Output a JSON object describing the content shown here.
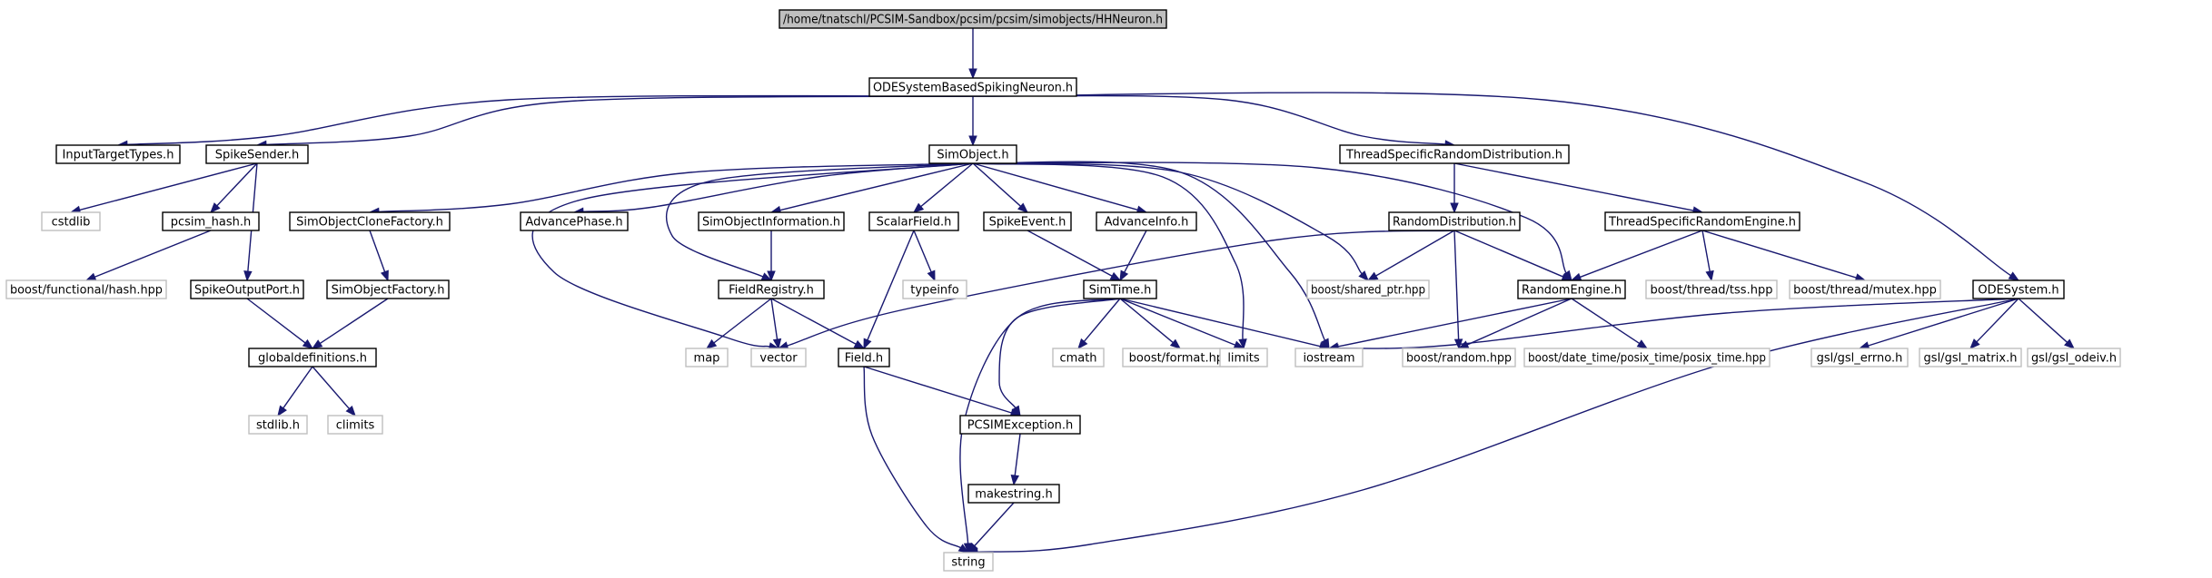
{
  "diagram": {
    "nodes": [
      {
        "id": "hhneuron",
        "label": "/home/tnatschl/PCSIM-Sandbox/pcsim/pcsim/simobjects/HHNeuron.h",
        "kind": "root"
      },
      {
        "id": "odesbsn",
        "label": "ODESystemBasedSpikingNeuron.h",
        "kind": "local"
      },
      {
        "id": "inputtt",
        "label": "InputTargetTypes.h",
        "kind": "local"
      },
      {
        "id": "spikesender",
        "label": "SpikeSender.h",
        "kind": "local"
      },
      {
        "id": "simobject",
        "label": "SimObject.h",
        "kind": "local"
      },
      {
        "id": "tsrd",
        "label": "ThreadSpecificRandomDistribution.h",
        "kind": "local"
      },
      {
        "id": "cstdlib",
        "label": "cstdlib",
        "kind": "external"
      },
      {
        "id": "pcsimhash",
        "label": "pcsim_hash.h",
        "kind": "local"
      },
      {
        "id": "socf",
        "label": "SimObjectCloneFactory.h",
        "kind": "local"
      },
      {
        "id": "advphase",
        "label": "AdvancePhase.h",
        "kind": "local"
      },
      {
        "id": "soinfo",
        "label": "SimObjectInformation.h",
        "kind": "local"
      },
      {
        "id": "scalarfield",
        "label": "ScalarField.h",
        "kind": "local"
      },
      {
        "id": "spikeevent",
        "label": "SpikeEvent.h",
        "kind": "local"
      },
      {
        "id": "advinfo",
        "label": "AdvanceInfo.h",
        "kind": "local"
      },
      {
        "id": "randdist",
        "label": "RandomDistribution.h",
        "kind": "local"
      },
      {
        "id": "tsre",
        "label": "ThreadSpecificRandomEngine.h",
        "kind": "local"
      },
      {
        "id": "bfhash",
        "label": "boost/functional/hash.hpp",
        "kind": "external"
      },
      {
        "id": "spikeoutport",
        "label": "SpikeOutputPort.h",
        "kind": "local"
      },
      {
        "id": "sof",
        "label": "SimObjectFactory.h",
        "kind": "local"
      },
      {
        "id": "fieldreg",
        "label": "FieldRegistry.h",
        "kind": "local"
      },
      {
        "id": "typeinfo",
        "label": "typeinfo",
        "kind": "external"
      },
      {
        "id": "simtime",
        "label": "SimTime.h",
        "kind": "local"
      },
      {
        "id": "sharedptr",
        "label": "boost/shared_ptr.hpp",
        "kind": "external"
      },
      {
        "id": "randengine",
        "label": "RandomEngine.h",
        "kind": "local"
      },
      {
        "id": "tss",
        "label": "boost/thread/tss.hpp",
        "kind": "external"
      },
      {
        "id": "mutex",
        "label": "boost/thread/mutex.hpp",
        "kind": "external"
      },
      {
        "id": "odesystem",
        "label": "ODESystem.h",
        "kind": "local"
      },
      {
        "id": "globaldefs",
        "label": "globaldefinitions.h",
        "kind": "local"
      },
      {
        "id": "map",
        "label": "map",
        "kind": "external"
      },
      {
        "id": "vector",
        "label": "vector",
        "kind": "external"
      },
      {
        "id": "field",
        "label": "Field.h",
        "kind": "local"
      },
      {
        "id": "cmath",
        "label": "cmath",
        "kind": "external"
      },
      {
        "id": "bformat",
        "label": "boost/format.hpp",
        "kind": "external"
      },
      {
        "id": "limits",
        "label": "limits",
        "kind": "external"
      },
      {
        "id": "iostream",
        "label": "iostream",
        "kind": "external"
      },
      {
        "id": "brandom",
        "label": "boost/random.hpp",
        "kind": "external"
      },
      {
        "id": "posixtime",
        "label": "boost/date_time/posix_time/posix_time.hpp",
        "kind": "external"
      },
      {
        "id": "gslerrno",
        "label": "gsl/gsl_errno.h",
        "kind": "external"
      },
      {
        "id": "gslmatrix",
        "label": "gsl/gsl_matrix.h",
        "kind": "external"
      },
      {
        "id": "gslodeiv",
        "label": "gsl/gsl_odeiv.h",
        "kind": "external"
      },
      {
        "id": "stdlibh",
        "label": "stdlib.h",
        "kind": "external"
      },
      {
        "id": "climits",
        "label": "climits",
        "kind": "external"
      },
      {
        "id": "pcsimexc",
        "label": "PCSIMException.h",
        "kind": "local"
      },
      {
        "id": "makestring",
        "label": "makestring.h",
        "kind": "local"
      },
      {
        "id": "string",
        "label": "string",
        "kind": "external"
      }
    ],
    "edges": [
      [
        "hhneuron",
        "odesbsn"
      ],
      [
        "odesbsn",
        "inputtt"
      ],
      [
        "odesbsn",
        "spikesender"
      ],
      [
        "odesbsn",
        "simobject"
      ],
      [
        "odesbsn",
        "tsrd"
      ],
      [
        "odesbsn",
        "odesystem"
      ],
      [
        "spikesender",
        "cstdlib"
      ],
      [
        "spikesender",
        "pcsimhash"
      ],
      [
        "spikesender",
        "spikeoutport"
      ],
      [
        "pcsimhash",
        "bfhash"
      ],
      [
        "spikeoutport",
        "globaldefs"
      ],
      [
        "simobject",
        "socf"
      ],
      [
        "simobject",
        "advphase"
      ],
      [
        "simobject",
        "soinfo"
      ],
      [
        "simobject",
        "scalarfield"
      ],
      [
        "simobject",
        "spikeevent"
      ],
      [
        "simobject",
        "advinfo"
      ],
      [
        "simobject",
        "fieldreg"
      ],
      [
        "simobject",
        "vector"
      ],
      [
        "simobject",
        "sharedptr"
      ],
      [
        "simobject",
        "randengine"
      ],
      [
        "simobject",
        "limits"
      ],
      [
        "simobject",
        "iostream"
      ],
      [
        "socf",
        "sof"
      ],
      [
        "sof",
        "globaldefs"
      ],
      [
        "globaldefs",
        "stdlibh"
      ],
      [
        "globaldefs",
        "climits"
      ],
      [
        "soinfo",
        "fieldreg"
      ],
      [
        "fieldreg",
        "map"
      ],
      [
        "fieldreg",
        "vector"
      ],
      [
        "fieldreg",
        "field"
      ],
      [
        "scalarfield",
        "typeinfo"
      ],
      [
        "scalarfield",
        "field"
      ],
      [
        "spikeevent",
        "simtime"
      ],
      [
        "advinfo",
        "simtime"
      ],
      [
        "simtime",
        "cmath"
      ],
      [
        "simtime",
        "bformat"
      ],
      [
        "simtime",
        "limits"
      ],
      [
        "simtime",
        "iostream"
      ],
      [
        "simtime",
        "pcsimexc"
      ],
      [
        "simtime",
        "string"
      ],
      [
        "field",
        "pcsimexc"
      ],
      [
        "field",
        "string"
      ],
      [
        "pcsimexc",
        "makestring"
      ],
      [
        "makestring",
        "string"
      ],
      [
        "tsrd",
        "randdist"
      ],
      [
        "tsrd",
        "tsre"
      ],
      [
        "randdist",
        "vector"
      ],
      [
        "randdist",
        "sharedptr"
      ],
      [
        "randdist",
        "randengine"
      ],
      [
        "randdist",
        "brandom"
      ],
      [
        "tsre",
        "randengine"
      ],
      [
        "tsre",
        "tss"
      ],
      [
        "tsre",
        "mutex"
      ],
      [
        "randengine",
        "iostream"
      ],
      [
        "randengine",
        "brandom"
      ],
      [
        "randengine",
        "posixtime"
      ],
      [
        "odesystem",
        "iostream"
      ],
      [
        "odesystem",
        "gslerrno"
      ],
      [
        "odesystem",
        "gslmatrix"
      ],
      [
        "odesystem",
        "gslodeiv"
      ],
      [
        "odesystem",
        "string"
      ]
    ],
    "colors": {
      "edge": "#191970",
      "local_border": "#000000",
      "external_border": "#bfbfbf",
      "root_fill": "#bfbfbf",
      "text": "#000000"
    }
  }
}
